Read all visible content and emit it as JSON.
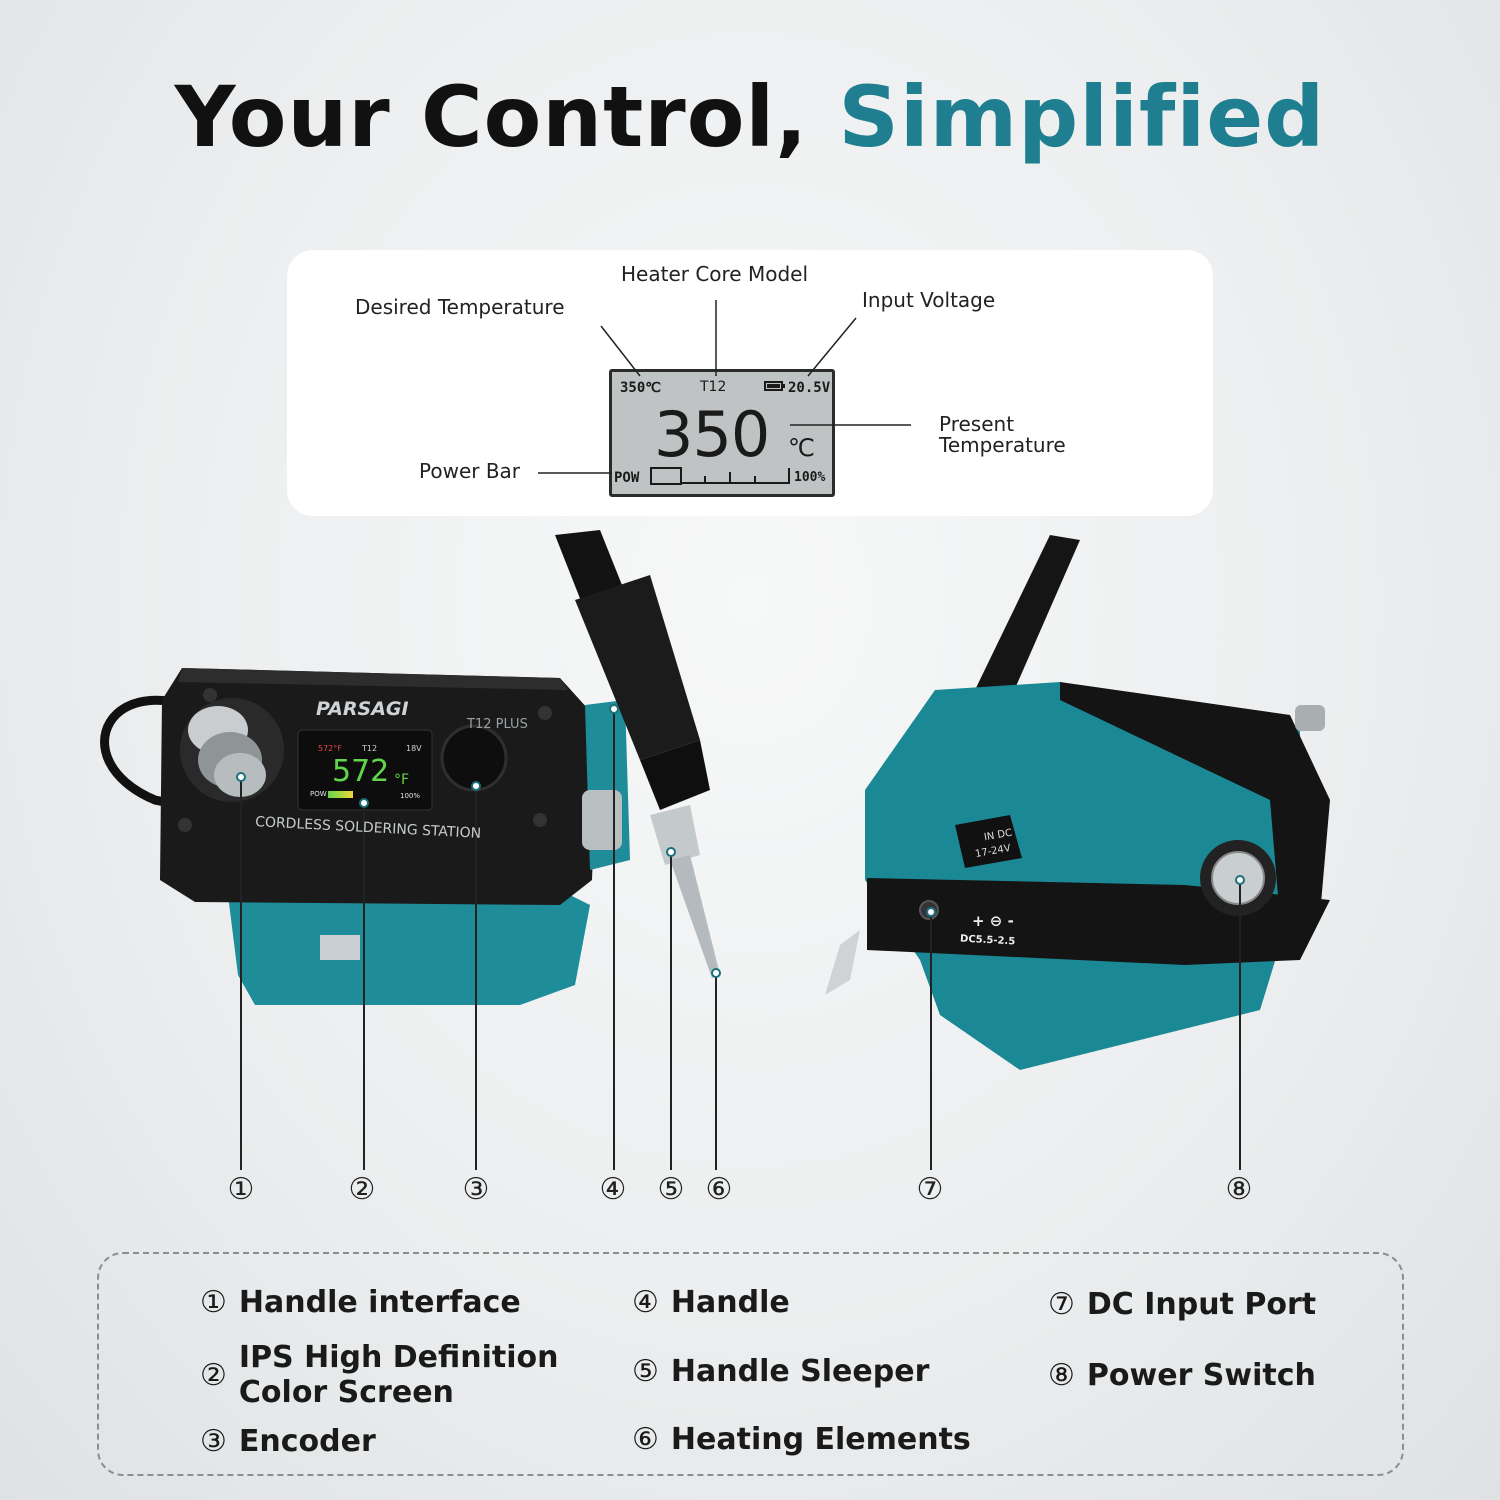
{
  "title": {
    "main": "Your Control, ",
    "accent": "Simplified"
  },
  "lcd_callouts": {
    "heater_core_model": "Heater Core Model",
    "desired_temperature": "Desired Temperature",
    "input_voltage": "Input Voltage",
    "present_temperature_1": "Present",
    "present_temperature_2": "Temperature",
    "power_bar": "Power Bar"
  },
  "lcd_screen": {
    "set_temp": "350℃",
    "core": "T12",
    "voltage": "20.5V",
    "present_temp": "350",
    "unit": "℃",
    "pow_label": "POW",
    "pow_percent": "100%"
  },
  "device_front": {
    "brand": "PARSAGI",
    "model": "T12 PLUS",
    "caption": "CORDLESS SOLDERING STATION",
    "screen_set": "572°F",
    "screen_core": "T12",
    "screen_volt": "18V",
    "screen_temp": "572",
    "screen_unit": "°F",
    "screen_pow": "POW",
    "screen_pct": "100%"
  },
  "device_side": {
    "input_label_1": "IN DC",
    "input_label_2": "17-24V",
    "dc_spec": "DC5.5-2.5",
    "dc_symbol": "+ ⊖ -"
  },
  "callout_numbers": [
    "①",
    "②",
    "③",
    "④",
    "⑤",
    "⑥",
    "⑦",
    "⑧"
  ],
  "legend": {
    "item1": {
      "num": "①",
      "label": "Handle interface"
    },
    "item2": {
      "num": "②",
      "label_1": "IPS High Definition",
      "label_2": "Color Screen"
    },
    "item3": {
      "num": "③",
      "label": "Encoder"
    },
    "item4": {
      "num": "④",
      "label": "Handle"
    },
    "item5": {
      "num": "⑤",
      "label": "Handle Sleeper"
    },
    "item6": {
      "num": "⑥",
      "label": "Heating Elements"
    },
    "item7": {
      "num": "⑦",
      "label": "DC Input Port"
    },
    "item8": {
      "num": "⑧",
      "label": "Power Switch"
    }
  },
  "colors": {
    "accent": "#1f7f90",
    "teal_body": "#1c8a97",
    "black_body": "#141414"
  }
}
